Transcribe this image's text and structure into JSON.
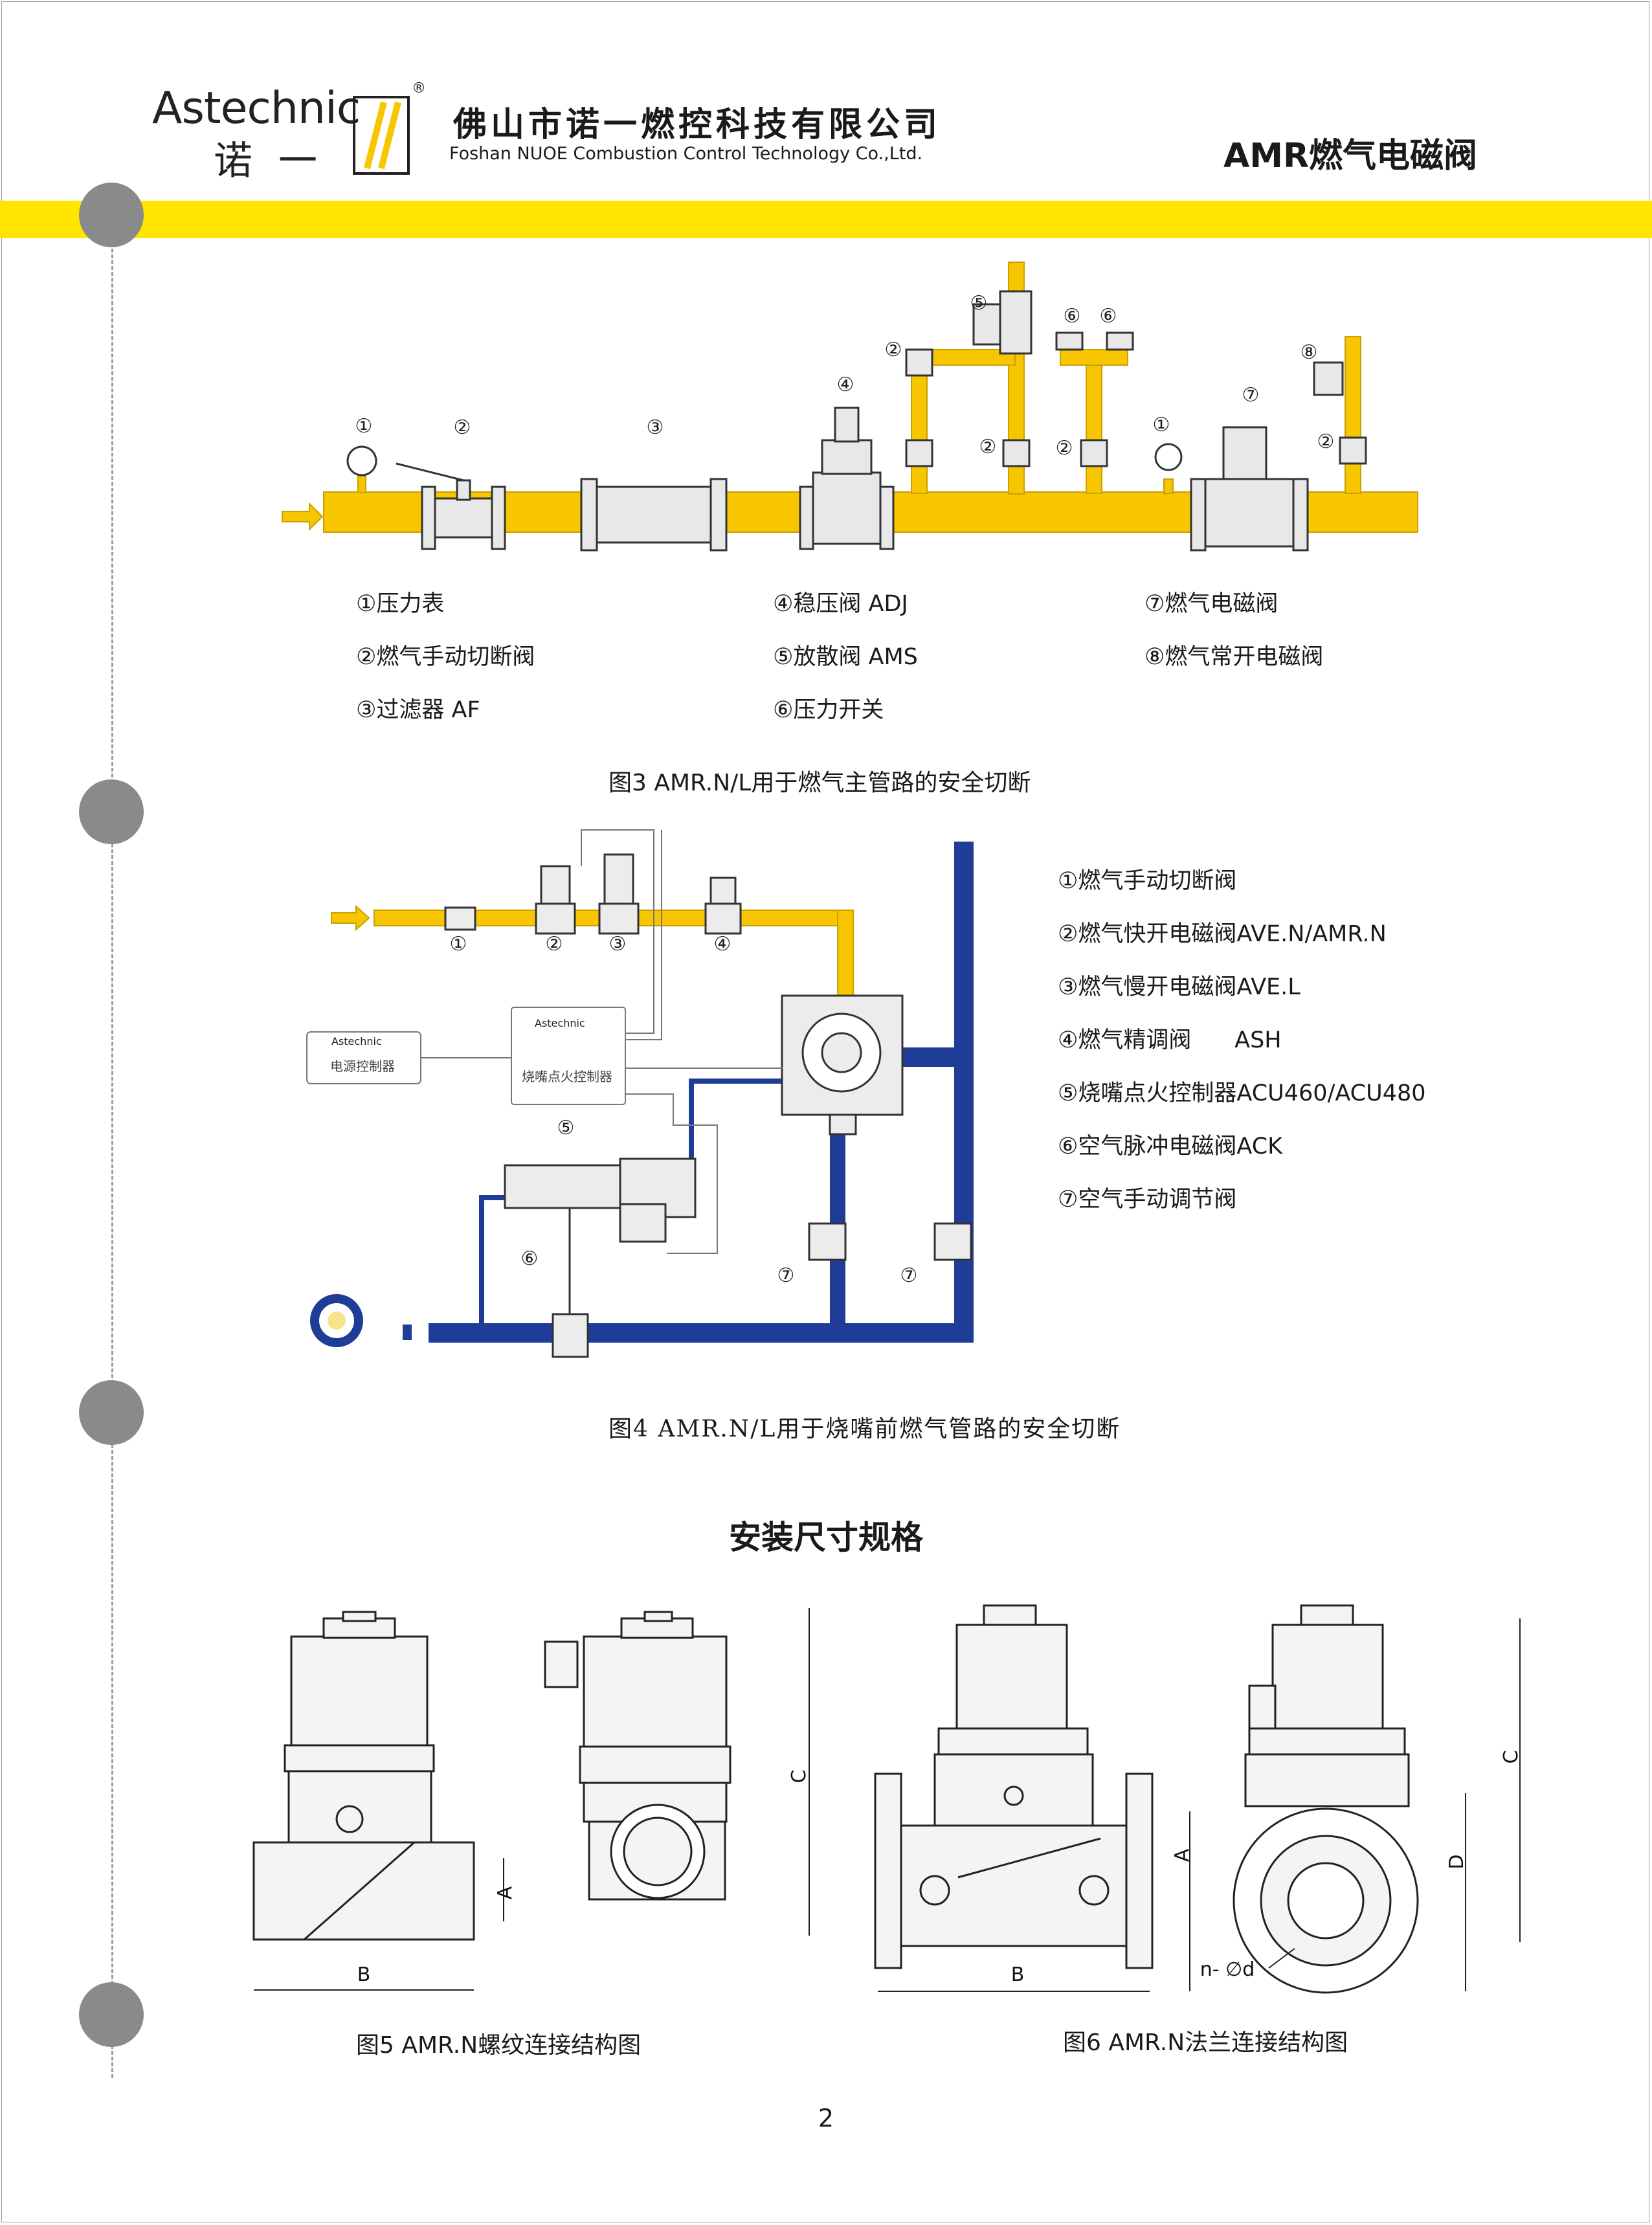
{
  "header": {
    "logo_en": "Astechnic",
    "logo_cn": "诺一",
    "logo_reg": "®",
    "company_cn": "佛山市诺一燃控科技有限公司",
    "company_en": "Foshan NUOE Combustion Control Technology Co.,Ltd.",
    "product_title": "AMR燃气电磁阀"
  },
  "fig3": {
    "legend": [
      "①压力表",
      "②燃气手动切断阀",
      "③过滤器 AF",
      "④稳压阀 ADJ",
      "⑤放散阀 AMS",
      "⑥压力开关",
      "⑦燃气电磁阀",
      "⑧燃气常开电磁阀"
    ],
    "markers": [
      "①",
      "②",
      "③",
      "④",
      "⑤",
      "⑥",
      "⑦",
      "⑧"
    ],
    "caption": "图3 AMR.N/L用于燃气主管路的安全切断"
  },
  "fig4": {
    "legend": [
      "①燃气手动切断阀",
      "②燃气快开电磁阀AVE.N/AMR.N",
      "③燃气慢开电磁阀AVE.L",
      "④燃气精调阀      ASH",
      "⑤烧嘴点火控制器ACU460/ACU480",
      "⑥空气脉冲电磁阀ACK",
      "⑦空气手动调节阀"
    ],
    "box_power_brand": "Astechnic",
    "box_power_label": "电源控制器",
    "box_ignition_brand": "Astechnic",
    "box_ignition_label": "烧嘴点火控制器",
    "caption": "图4  AMR.N/L用于烧嘴前燃气管路的安全切断"
  },
  "section_title": "安装尺寸规格",
  "fig5": {
    "caption": "图5 AMR.N螺纹连接结构图",
    "dims": [
      "A",
      "B",
      "C"
    ]
  },
  "fig6": {
    "caption": "图6 AMR.N法兰连接结构图",
    "dims": [
      "A",
      "B",
      "C",
      "D",
      "n- ∅d"
    ]
  },
  "page_number": "2",
  "colors": {
    "accent_yellow": "#FFE500",
    "gas_pipe": "#F7C600",
    "air_pipe": "#1F3C96"
  }
}
